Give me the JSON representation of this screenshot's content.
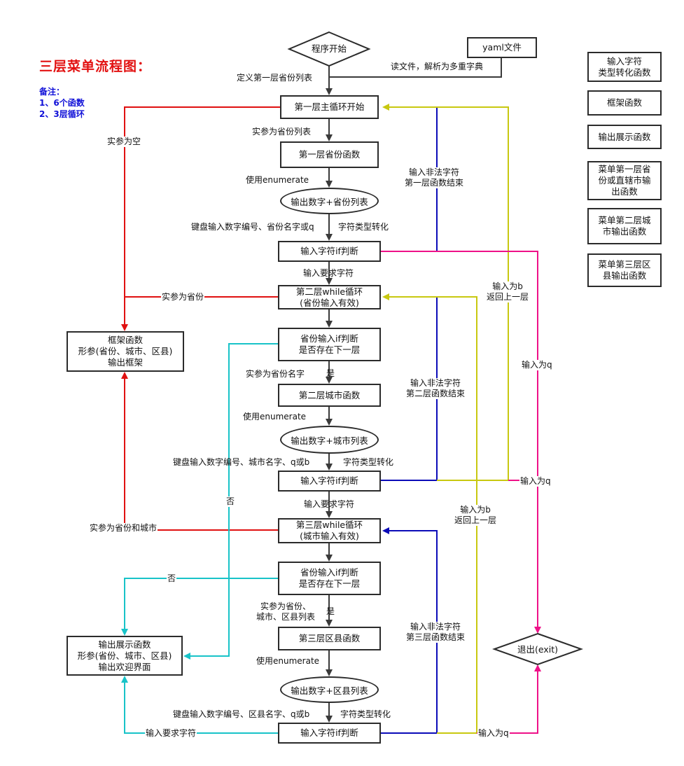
{
  "header": {
    "title": "三层菜单流程图：",
    "notes": [
      "备注：",
      "1、6个函数",
      "2、3层循环"
    ]
  },
  "nodes": {
    "start": "程序开始",
    "yaml": "yaml文件",
    "level1_main_loop": "第一层主循环开始",
    "level1_province_func": "第一层省份函数",
    "output_province_list": "输出数字+省份列表",
    "if_judge_1": "输入字符if判断",
    "level2_while": "第二层while循环\n(省份输入有效)",
    "province_if_1": "省份输入if判断\n是否存在下一层",
    "level2_city_func": "第二层城市函数",
    "output_city_list": "输出数字+城市列表",
    "if_judge_2": "输入字符if判断",
    "level3_while": "第三层while循环\n(城市输入有效)",
    "province_if_2": "省份输入if判断\n是否存在下一层",
    "level3_district_func": "第三层区县函数",
    "output_district_list": "输出数字+区县列表",
    "if_judge_3": "输入字符if判断",
    "frame_func": "框架函数\n形参(省份、城市、区县)\n输出框架",
    "display_func": "输出展示函数\n形参(省份、城市、区县)\n输出欢迎界面",
    "exit": "退出(exit)"
  },
  "legend": [
    "输入字符\n类型转化函数",
    "框架函数",
    "输出展示函数",
    "菜单第一层省\n份或直辖市输\n出函数",
    "菜单第二层城\n市输出函数",
    "菜单第三层区\n县输出函数"
  ],
  "edge_labels": {
    "read_file": "读文件，解析为多重字典",
    "define_list": "定义第一层省份列表",
    "pass_province_list": "实参为省份列表",
    "use_enumerate_1": "使用enumerate",
    "keyboard_1": "键盘输入数字编号、省份名字或q",
    "type_convert_1": "字符类型转化",
    "require_char_1": "输入要求字符",
    "pass_empty": "实参为空",
    "pass_province": "实参为省份",
    "illegal_1": "输入非法字符\n第一层函数结束",
    "input_b_1": "输入为b\n返回上一层",
    "input_q_1": "输入为q",
    "pass_province_name": "实参为省份名字",
    "yes_1": "是",
    "use_enumerate_2": "使用enumerate",
    "keyboard_2": "键盘输入数字编号、城市名字、q或b",
    "type_convert_2": "字符类型转化",
    "no_1": "否",
    "illegal_2": "输入非法字符\n第二层函数结束",
    "input_q_2": "输入为q",
    "require_char_2": "输入要求字符",
    "input_b_2": "输入为b\n返回上一层",
    "pass_province_city": "实参为省份和城市",
    "no_2": "否",
    "pass_province_city_district": "实参为省份、\n城市、区县列表",
    "yes_2": "是",
    "use_enumerate_3": "使用enumerate",
    "illegal_3": "输入非法字符\n第三层函数结束",
    "keyboard_3": "键盘输入数字编号、区县名字、q或b",
    "type_convert_3": "字符类型转化",
    "require_char_3": "输入要求字符",
    "input_q_3": "输入为q"
  },
  "colors": {
    "dark": "#3a3a3a",
    "red": "#e01010",
    "blue": "#0b0bb8",
    "yellow": "#c8c810",
    "magenta": "#ee1188",
    "cyan": "#18c3c8",
    "title": "#e21111",
    "notes": "#1010d8"
  }
}
